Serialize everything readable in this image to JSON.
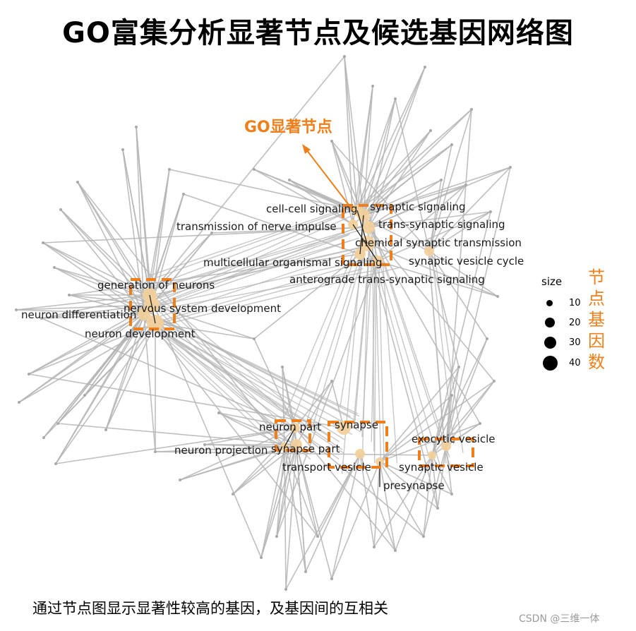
{
  "title": "GO富集分析显著节点及候选基因网络图",
  "callout": "GO显著节点",
  "caption": "通过节点图显示显著性较高的基因，及基因间的互相关",
  "watermark": "CSDN @三维一体",
  "legend": {
    "title": "size",
    "items": [
      {
        "value": "10"
      },
      {
        "value": "20"
      },
      {
        "value": "30"
      },
      {
        "value": "40"
      }
    ],
    "side_label": "节点基因数"
  },
  "colors": {
    "edge": "#b4b4b4",
    "node": "#f3cf9a",
    "highlight": "#ef7f1a",
    "text": "#1a1a1a"
  },
  "nodes": [
    {
      "label": "generation of neurons"
    },
    {
      "label": "nervous system development"
    },
    {
      "label": "neuron differentiation"
    },
    {
      "label": "neuron development"
    },
    {
      "label": "cell-cell signaling"
    },
    {
      "label": "synaptic signaling"
    },
    {
      "label": "transmission of nerve impulse"
    },
    {
      "label": "trans-synaptic signaling"
    },
    {
      "label": "chemical synaptic transmission"
    },
    {
      "label": "multicellular organismal signaling"
    },
    {
      "label": "synaptic vesicle cycle"
    },
    {
      "label": "anterograde trans-synaptic signaling"
    },
    {
      "label": "neuron part"
    },
    {
      "label": "synapse"
    },
    {
      "label": "neuron projection"
    },
    {
      "label": "synapse part"
    },
    {
      "label": "transport vesicle"
    },
    {
      "label": "presynapse"
    },
    {
      "label": "exocytic vesicle"
    },
    {
      "label": "synaptic vesicle"
    }
  ]
}
